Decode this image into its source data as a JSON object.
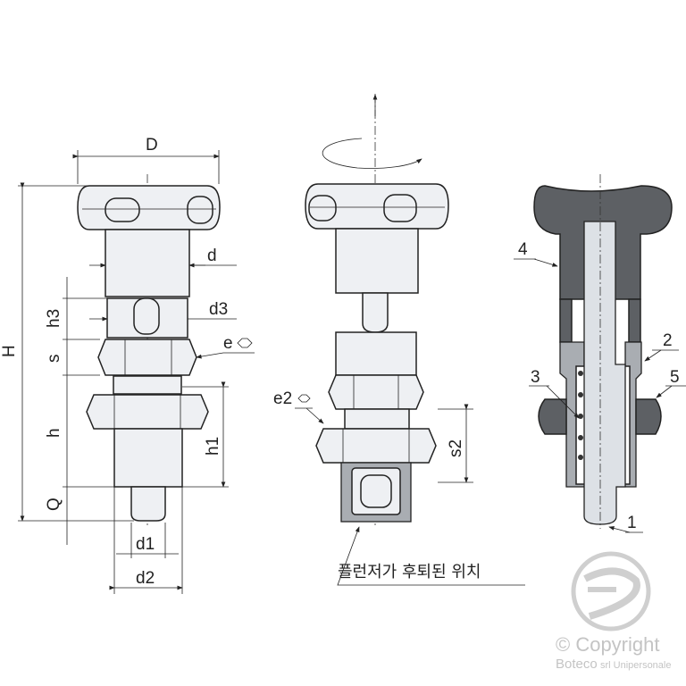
{
  "labels": {
    "D": "D",
    "d": "d",
    "d3": "d3",
    "e": "e",
    "h3": "h3",
    "s": "s",
    "H": "H",
    "h": "h",
    "h1": "h1",
    "Q": "Q",
    "d1": "d1",
    "d2": "d2",
    "e2": "e2",
    "s2": "s2",
    "retracted_note": "플런저가 후퇴된 위치",
    "parts": [
      "1",
      "2",
      "3",
      "4",
      "5"
    ]
  },
  "watermark": {
    "copyright": "© Copyright",
    "company": "Boteco",
    "company_suffix": "srl Unipersonale"
  },
  "colors": {
    "knob_section": "#5d6064",
    "pin_section": "#dde1e6",
    "body_section": "#a9adb2"
  }
}
